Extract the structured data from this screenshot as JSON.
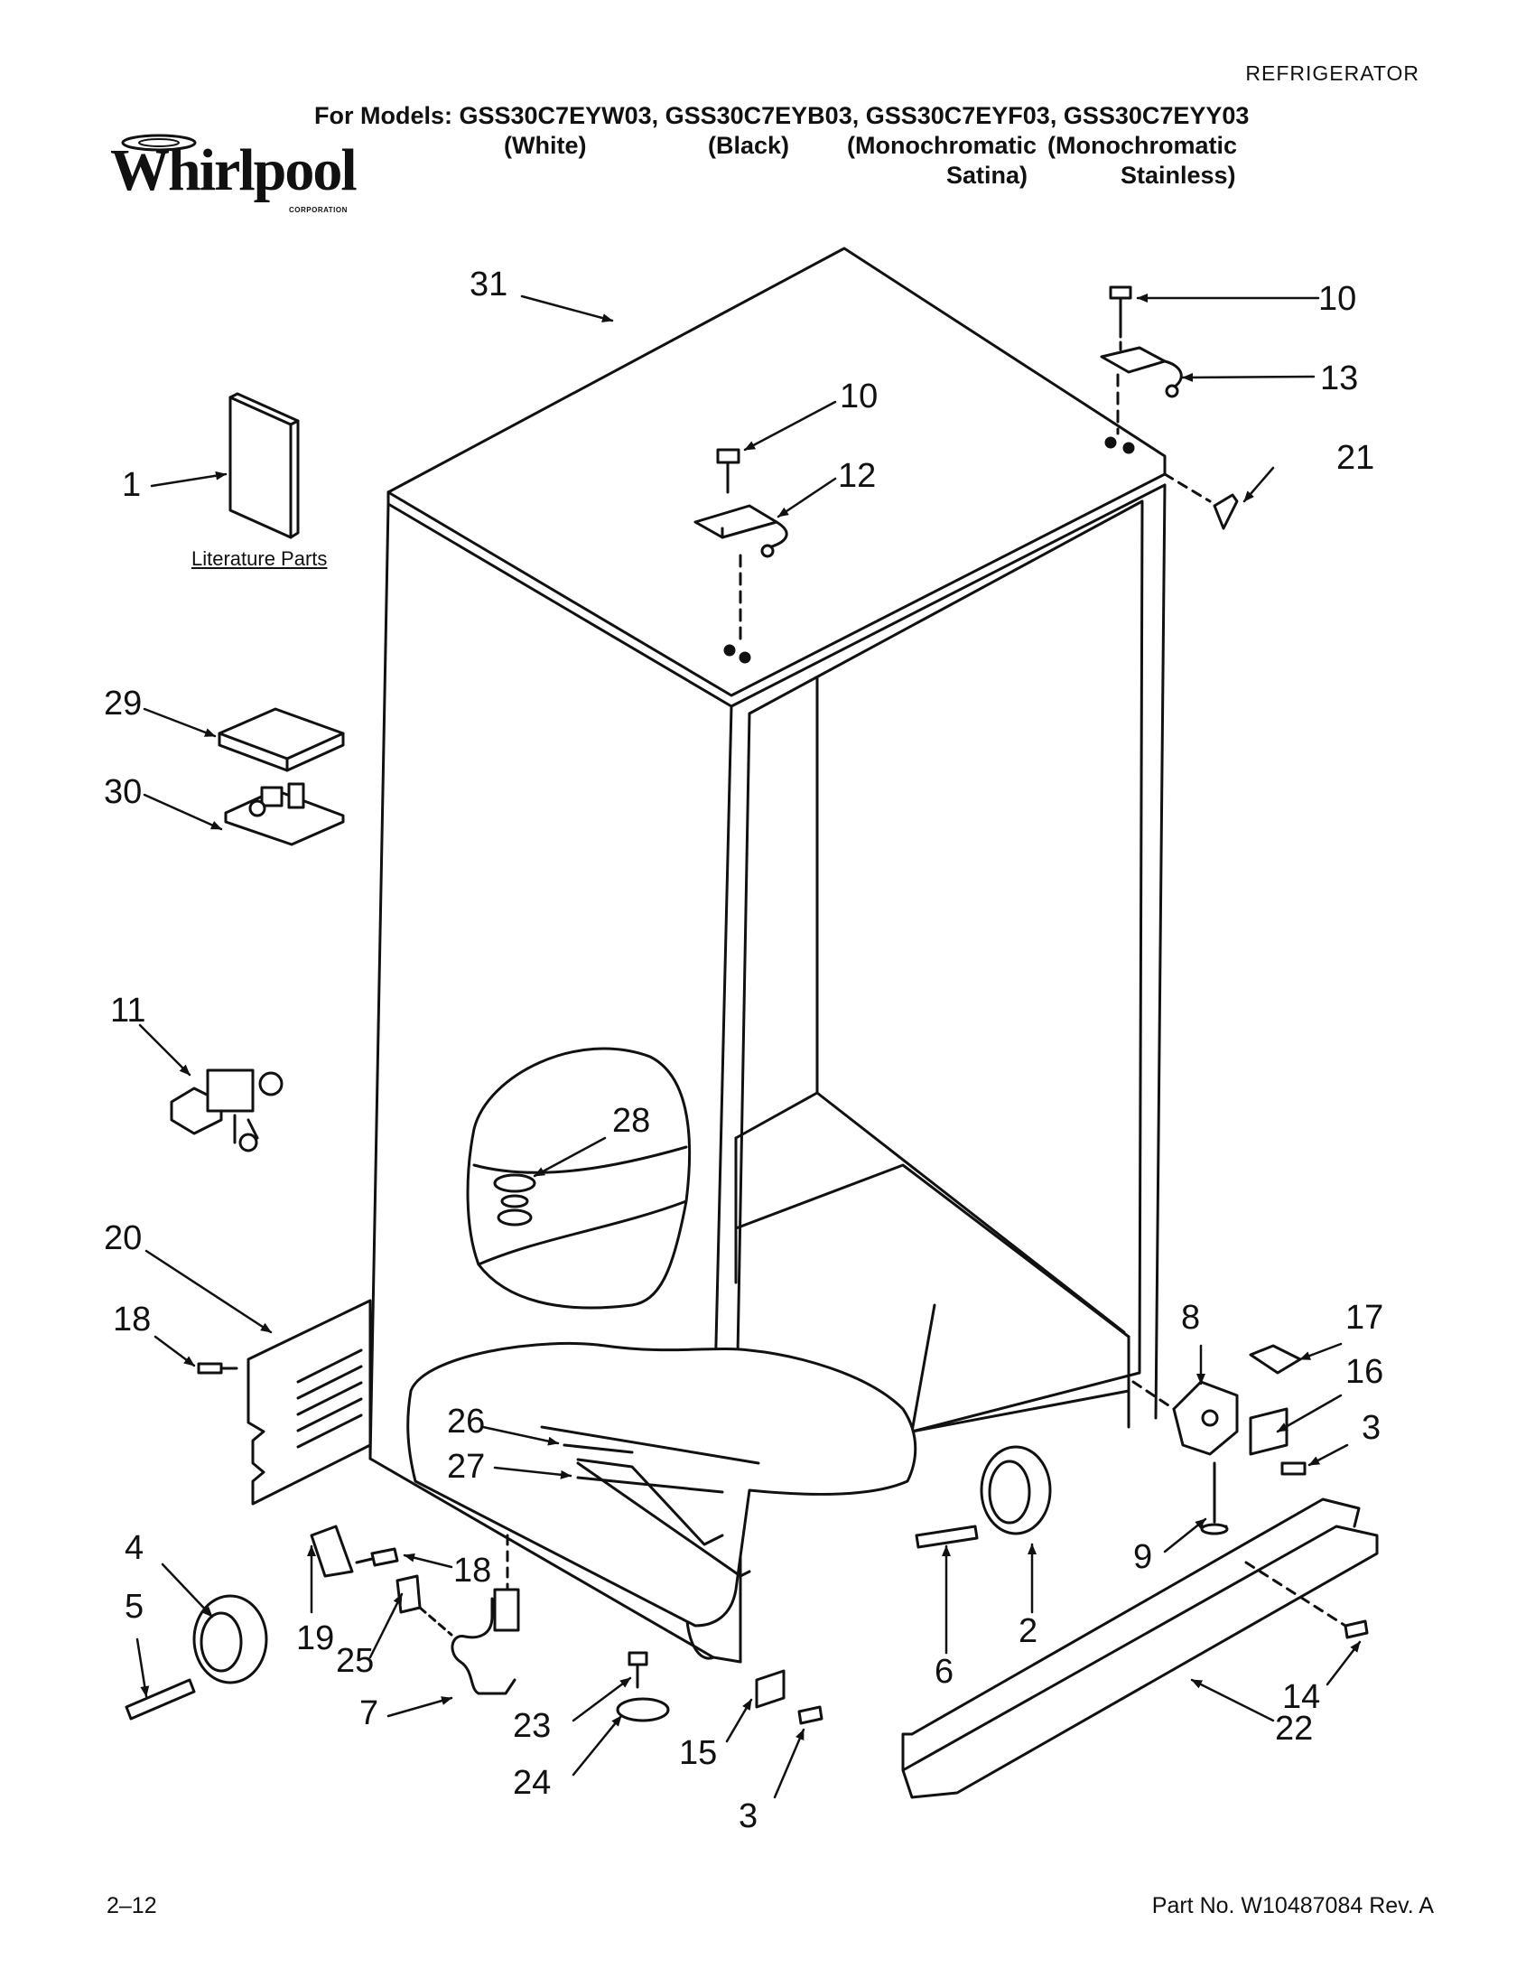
{
  "header": {
    "category": "REFRIGERATOR",
    "models_line": "For Models: GSS30C7EYW03, GSS30C7EYB03, GSS30C7EYF03, GSS30C7EYY03",
    "color_labels": [
      "(White)",
      "(Black)",
      "(Monochromatic",
      "(Monochromatic"
    ],
    "color_labels_2": [
      "Satina)",
      "Stainless)"
    ]
  },
  "logo": {
    "word": "Whirlpool",
    "corporation": "CORPORATION"
  },
  "literature_label": "Literature Parts",
  "callouts": [
    "31",
    "10",
    "10",
    "13",
    "12",
    "21",
    "1",
    "29",
    "30",
    "11",
    "28",
    "20",
    "18",
    "8",
    "17",
    "16",
    "3",
    "26",
    "27",
    "18",
    "9",
    "4",
    "19",
    "2",
    "5",
    "25",
    "6",
    "7",
    "23",
    "14",
    "22",
    "24",
    "15",
    "3"
  ],
  "footer": {
    "page": "2–12",
    "part_no": "Part No. W10487084 Rev. A"
  },
  "colors": {
    "line": "#111111",
    "background": "#ffffff"
  }
}
